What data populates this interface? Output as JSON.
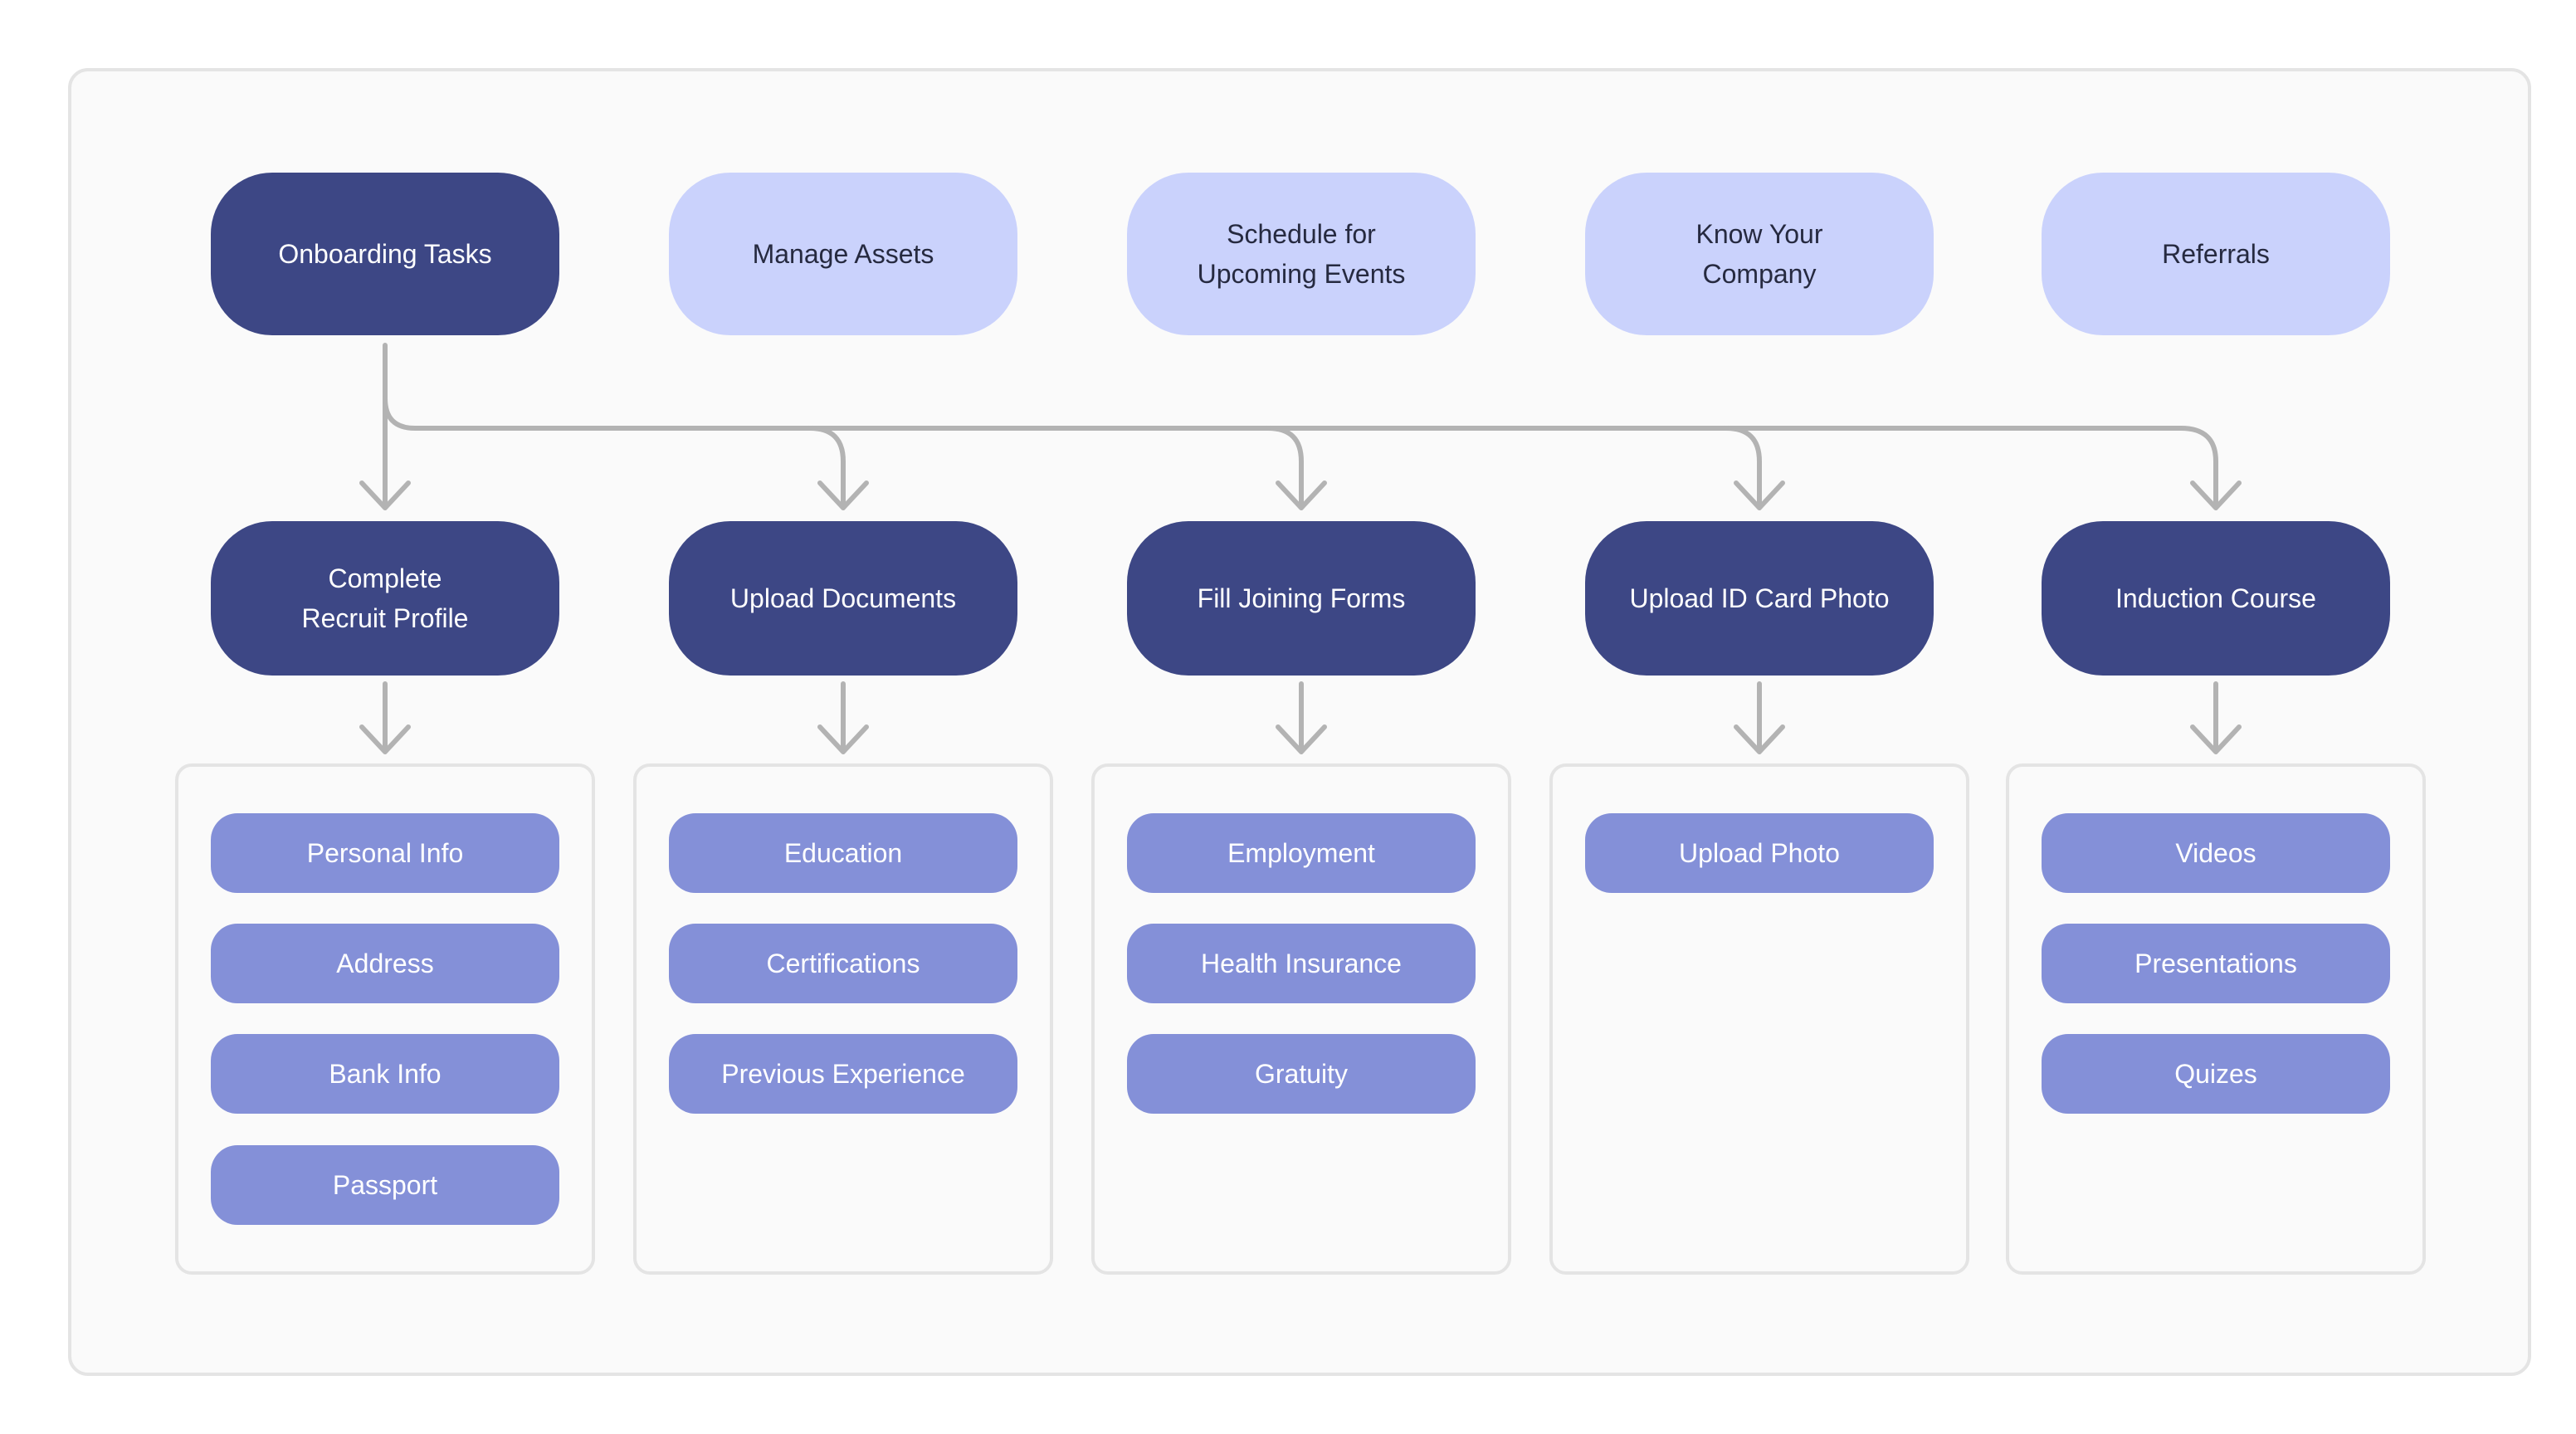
{
  "top_tabs": [
    {
      "label": "Onboarding Tasks",
      "active": true
    },
    {
      "label": "Manage Assets",
      "active": false
    },
    {
      "label": "Schedule for\nUpcoming Events",
      "active": false
    },
    {
      "label": "Know Your\nCompany",
      "active": false
    },
    {
      "label": "Referrals",
      "active": false
    }
  ],
  "tasks": [
    {
      "label": "Complete\nRecruit Profile",
      "items": [
        "Personal Info",
        "Address",
        "Bank Info",
        "Passport"
      ]
    },
    {
      "label": "Upload Documents",
      "items": [
        "Education",
        "Certifications",
        "Previous Experience"
      ]
    },
    {
      "label": "Fill Joining Forms",
      "items": [
        "Employment",
        "Health Insurance",
        "Gratuity"
      ]
    },
    {
      "label": "Upload ID Card Photo",
      "items": [
        "Upload Photo"
      ]
    },
    {
      "label": "Induction Course",
      "items": [
        "Videos",
        "Presentations",
        "Quizes"
      ]
    }
  ],
  "colors": {
    "active": "#3d4785",
    "inactive": "#cad2fc",
    "sub_item": "#8490d8",
    "connector": "#b3b3b3"
  }
}
